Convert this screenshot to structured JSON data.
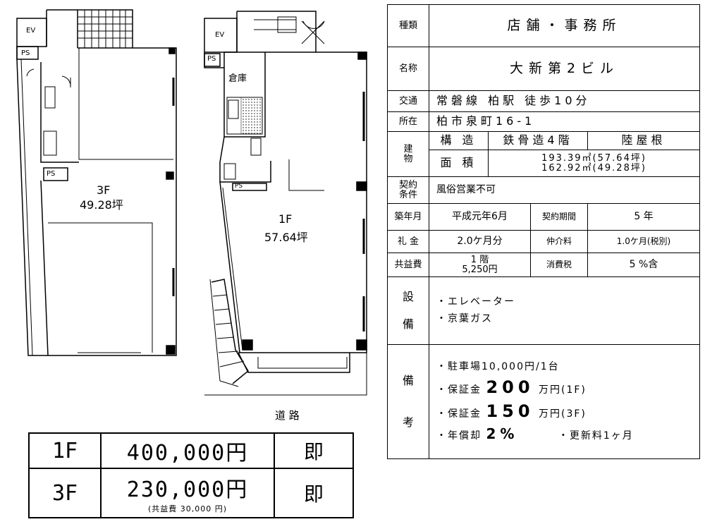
{
  "plan": {
    "ev": "EV",
    "ps": "PS",
    "floor3": "3F",
    "area3": "49.28坪",
    "floor1": "1F",
    "area1": "57.64坪",
    "storage": "倉庫",
    "road": "道 路"
  },
  "spec": {
    "type_label": "種類",
    "type_value": "店舗・事務所",
    "name_label": "名称",
    "name_value": "大新第2ビル",
    "traffic_label": "交通",
    "traffic_value": "常磐線 柏駅 徒歩10分",
    "address_label": "所在",
    "address_value": "柏市泉町16-1",
    "building_label_1": "建",
    "building_label_2": "物",
    "structure_label": "構 造",
    "structure_value": "鉄骨造4階",
    "roof_value": "陸屋根",
    "area_label": "面 積",
    "area_line1": "193.39㎡(57.64坪)",
    "area_line2": "162.92㎡(49.28坪)",
    "contract_label_1": "契約",
    "contract_label_2": "条件",
    "contract_value": "風俗営業不可",
    "built_label": "築年月",
    "built_value": "平成元年6月",
    "term_label": "契約期間",
    "term_value": "5 年",
    "key_label": "礼 金",
    "key_value": "2.0ケ月分",
    "agent_label": "仲介料",
    "agent_value": "1.0ケ月(税別)",
    "common_label": "共益費",
    "common_line1": "1 階",
    "common_line2": "5,250円",
    "tax_label": "消費税",
    "tax_value": "5 %含",
    "facility_label_1": "設",
    "facility_label_2": "備",
    "facility_1": "・エレベーター",
    "facility_2": "・京葉ガス",
    "remarks_label_1": "備",
    "remarks_label_2": "考",
    "remark_parking": "・駐車場10,000円/1台",
    "remark_deposit_prefix": "・保証金",
    "remark_deposit1_amount": "200",
    "remark_deposit1_suffix": "万円(1F)",
    "remark_deposit2_amount": "150",
    "remark_deposit2_suffix": "万円(3F)",
    "remark_depreciation_prefix": "・年償却",
    "remark_depreciation_rate": "2%",
    "remark_renewal": "・更新料1ヶ月"
  },
  "price": {
    "rows": [
      {
        "floor": "1F",
        "amount": "400,000円",
        "status": "即",
        "note": ""
      },
      {
        "floor": "3F",
        "amount": "230,000円",
        "status": "即",
        "note": "(共益費 30,000 円)"
      }
    ]
  }
}
